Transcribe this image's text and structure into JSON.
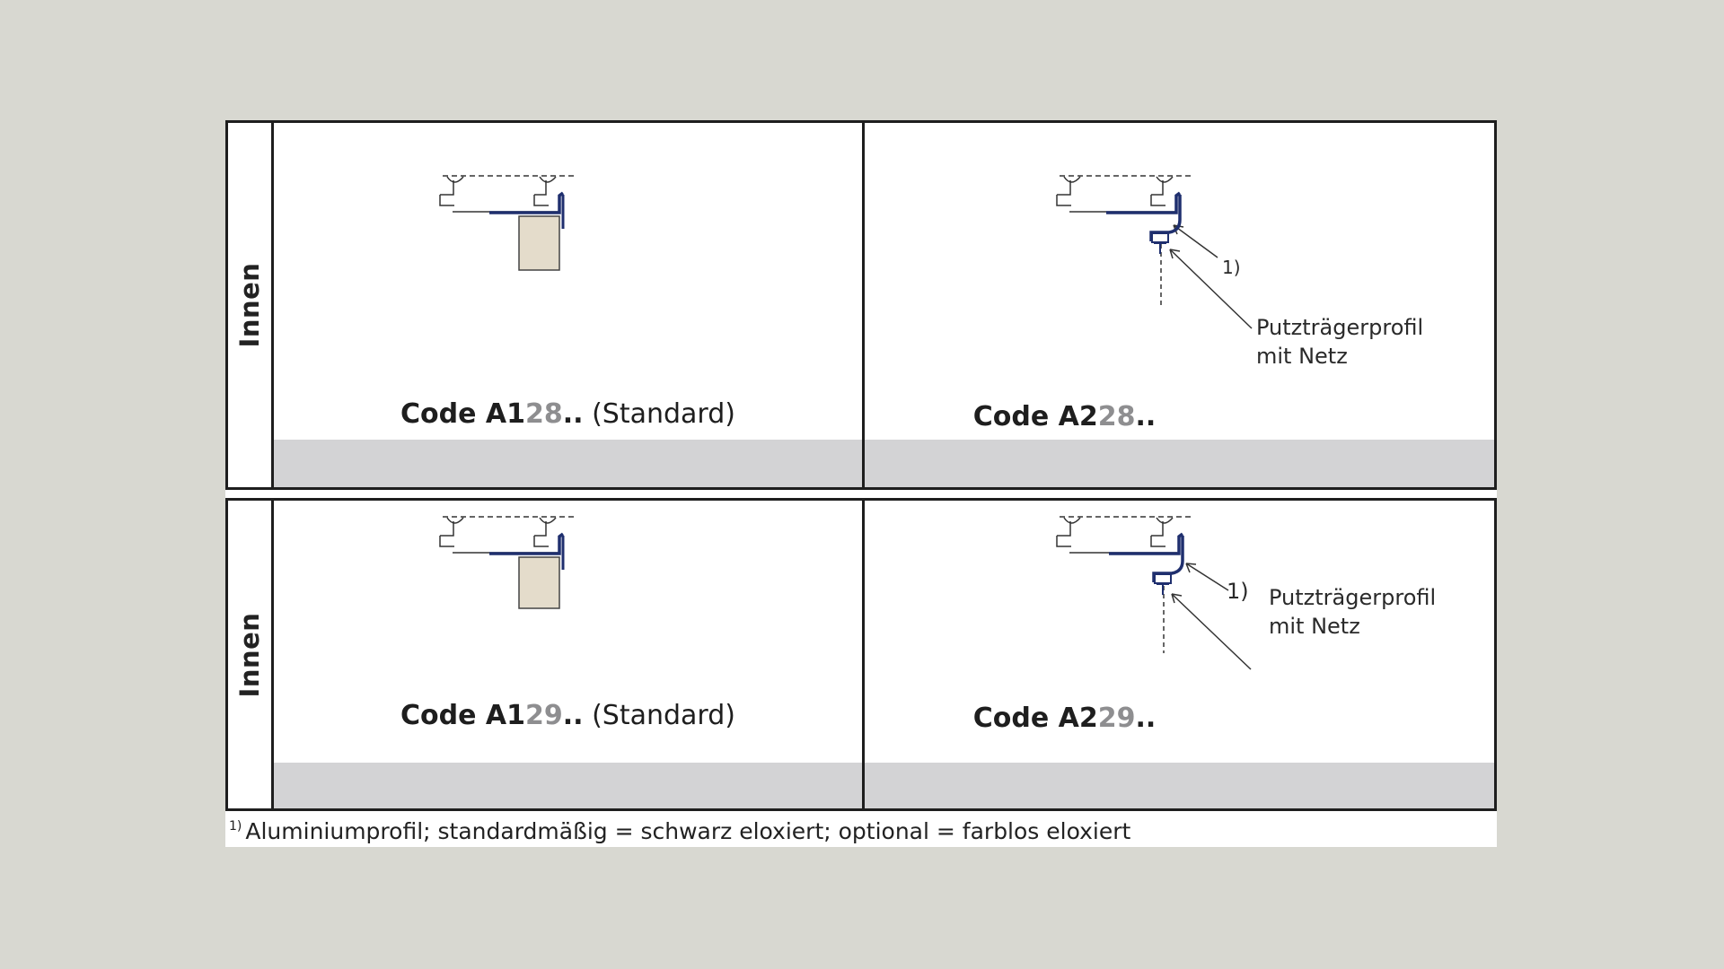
{
  "rows": [
    {
      "side_label": "Innen",
      "cells": [
        {
          "code_bold": "Code A1",
          "code_gray": "28",
          "code_dots": "..",
          "code_tail": " (Standard)"
        },
        {
          "code_bold": "Code A2",
          "code_gray": "28",
          "code_dots": "..",
          "code_tail": "",
          "callout": "1)",
          "annotation_line1": "Putzträgerprofil",
          "annotation_line2": "mit Netz"
        }
      ]
    },
    {
      "side_label": "Innen",
      "cells": [
        {
          "code_bold": "Code A1",
          "code_gray": "29",
          "code_dots": "..",
          "code_tail": " (Standard)"
        },
        {
          "code_bold": "Code A2",
          "code_gray": "29",
          "code_dots": "..",
          "code_tail": "",
          "callout": "1)",
          "annotation_line1": "Putzträgerprofil",
          "annotation_line2": "mit Netz"
        }
      ]
    }
  ],
  "footnote": {
    "marker": "1)",
    "text": "Aluminiumprofil; standardmäßig = schwarz eloxiert; optional = farblos eloxiert"
  },
  "colors": {
    "profile": "#1f2f6e",
    "board": "#e4dccb",
    "band": "#d3d3d5",
    "code_suffix": "#8e8e90"
  }
}
